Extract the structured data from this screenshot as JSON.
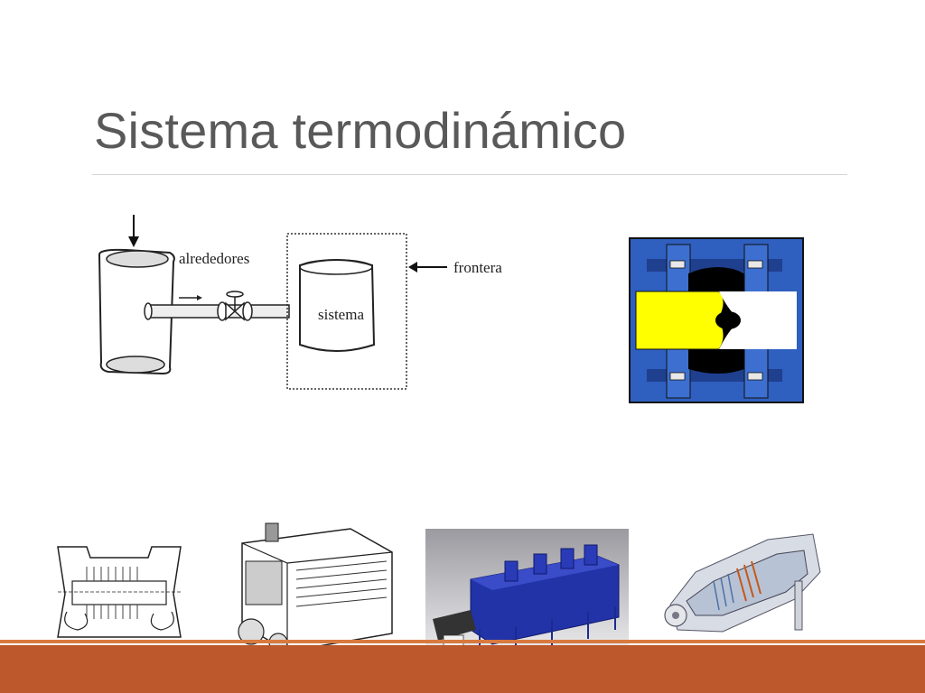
{
  "slide": {
    "title": "Sistema termodinámico"
  },
  "diagram": {
    "surroundings_label": "alrededores",
    "system_label": "sistema",
    "boundary_label": "frontera"
  },
  "images": [
    {
      "name": "valve-cross-section-image",
      "icon": "valve-cutaway"
    },
    {
      "name": "compressor-cross-section-image",
      "icon": "turbine-section-drawing"
    },
    {
      "name": "boiler-drawing-image",
      "icon": "boiler-drawing"
    },
    {
      "name": "industrial-oven-image",
      "icon": "conveyor-oven"
    },
    {
      "name": "gas-turbine-cutaway-image",
      "icon": "gas-turbine-cutaway"
    }
  ],
  "colors": {
    "title": "#595959",
    "accent_band": "#bd582c",
    "valve_blue": "#2f5fbf",
    "valve_yellow": "#ffff00",
    "oven_blue": "#2233a8"
  }
}
